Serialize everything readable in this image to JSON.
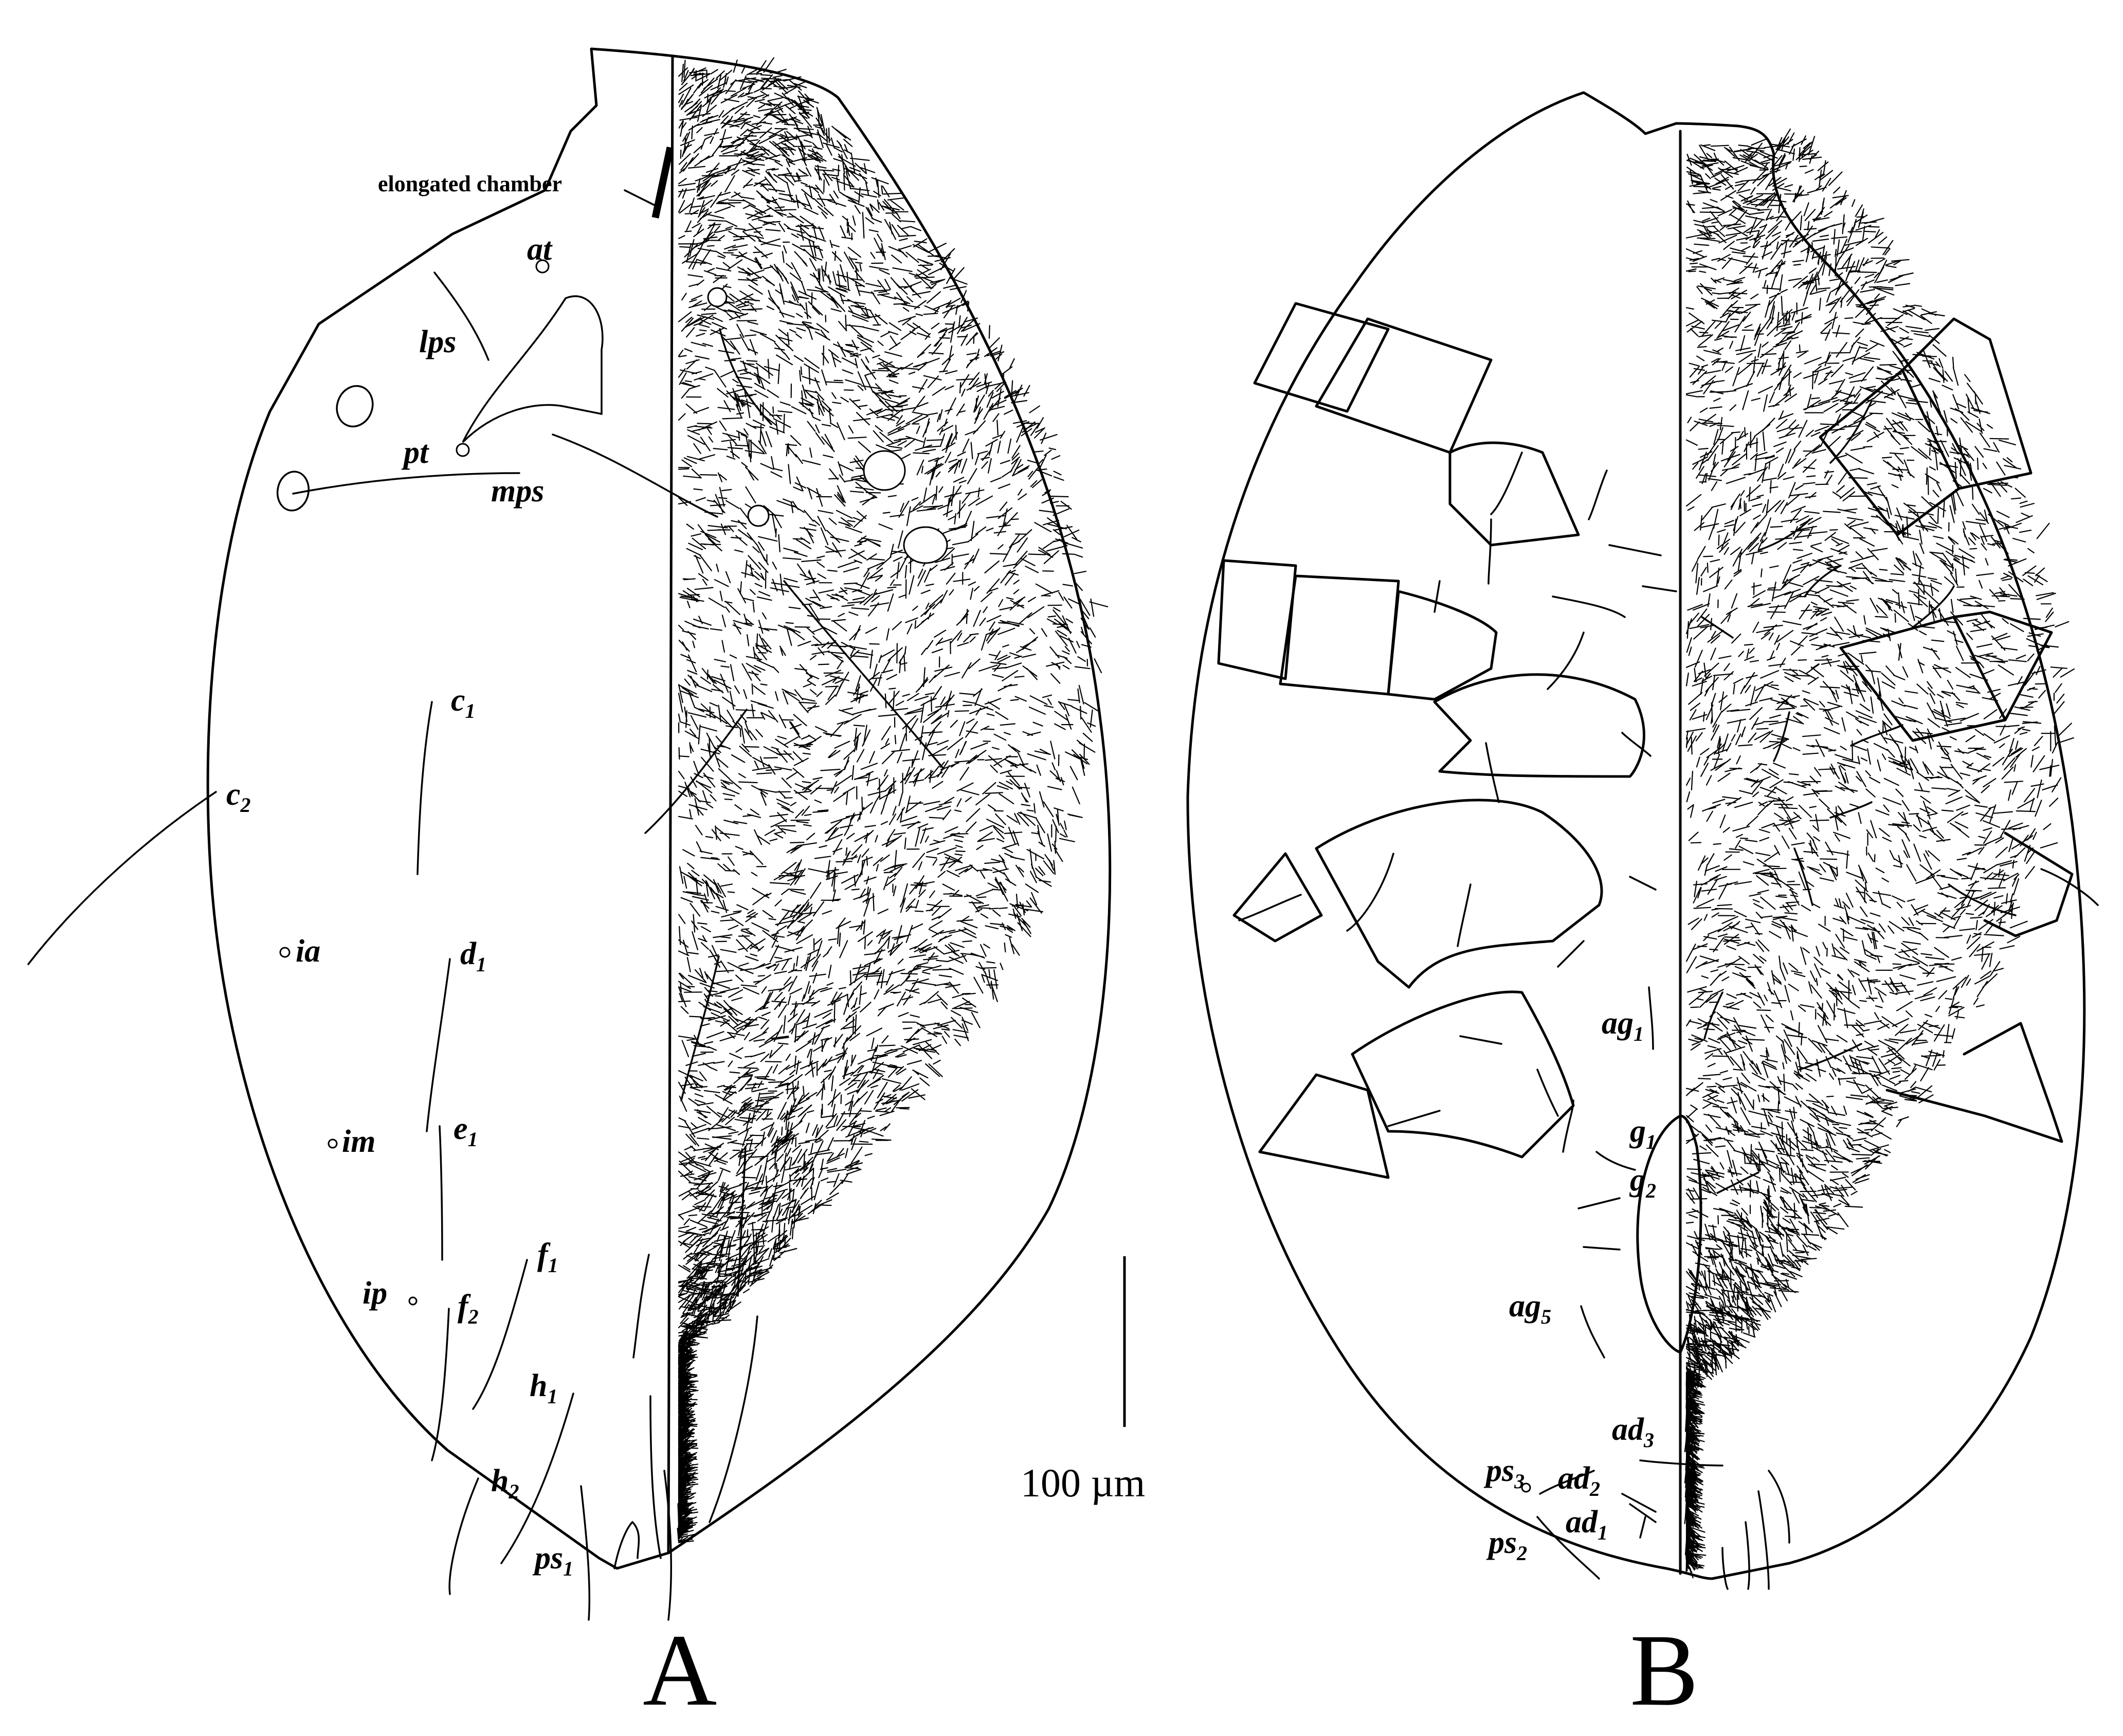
{
  "panels": {
    "a": "A",
    "b": "B"
  },
  "scale_bar": {
    "label": "100 µm"
  },
  "annotation": {
    "elongated_chamber": "elongated chamber"
  },
  "setae_a": [
    {
      "id": "at",
      "base": "at",
      "sub": ""
    },
    {
      "id": "lps",
      "base": "lps",
      "sub": ""
    },
    {
      "id": "pt",
      "base": "pt",
      "sub": ""
    },
    {
      "id": "mps",
      "base": "mps",
      "sub": ""
    },
    {
      "id": "c1",
      "base": "c",
      "sub": "1"
    },
    {
      "id": "c2",
      "base": "c",
      "sub": "2"
    },
    {
      "id": "ia",
      "base": "ia",
      "sub": ""
    },
    {
      "id": "d1",
      "base": "d",
      "sub": "1"
    },
    {
      "id": "im",
      "base": "im",
      "sub": ""
    },
    {
      "id": "e1",
      "base": "e",
      "sub": "1"
    },
    {
      "id": "f1",
      "base": "f",
      "sub": "1"
    },
    {
      "id": "ip",
      "base": "ip",
      "sub": ""
    },
    {
      "id": "f2",
      "base": "f",
      "sub": "2"
    },
    {
      "id": "h1",
      "base": "h",
      "sub": "1"
    },
    {
      "id": "h2",
      "base": "h",
      "sub": "2"
    },
    {
      "id": "ps1",
      "base": "ps",
      "sub": "1"
    }
  ],
  "setae_b": [
    {
      "id": "ag1",
      "base": "ag",
      "sub": "1"
    },
    {
      "id": "g1",
      "base": "g",
      "sub": "1"
    },
    {
      "id": "g2",
      "base": "g",
      "sub": "2"
    },
    {
      "id": "ag5",
      "base": "ag",
      "sub": "5"
    },
    {
      "id": "ad3",
      "base": "ad",
      "sub": "3"
    },
    {
      "id": "ps3",
      "base": "ps",
      "sub": "3"
    },
    {
      "id": "ad2",
      "base": "ad",
      "sub": "2"
    },
    {
      "id": "ad1",
      "base": "ad",
      "sub": "1"
    },
    {
      "id": "ps2",
      "base": "ps",
      "sub": "2"
    }
  ]
}
